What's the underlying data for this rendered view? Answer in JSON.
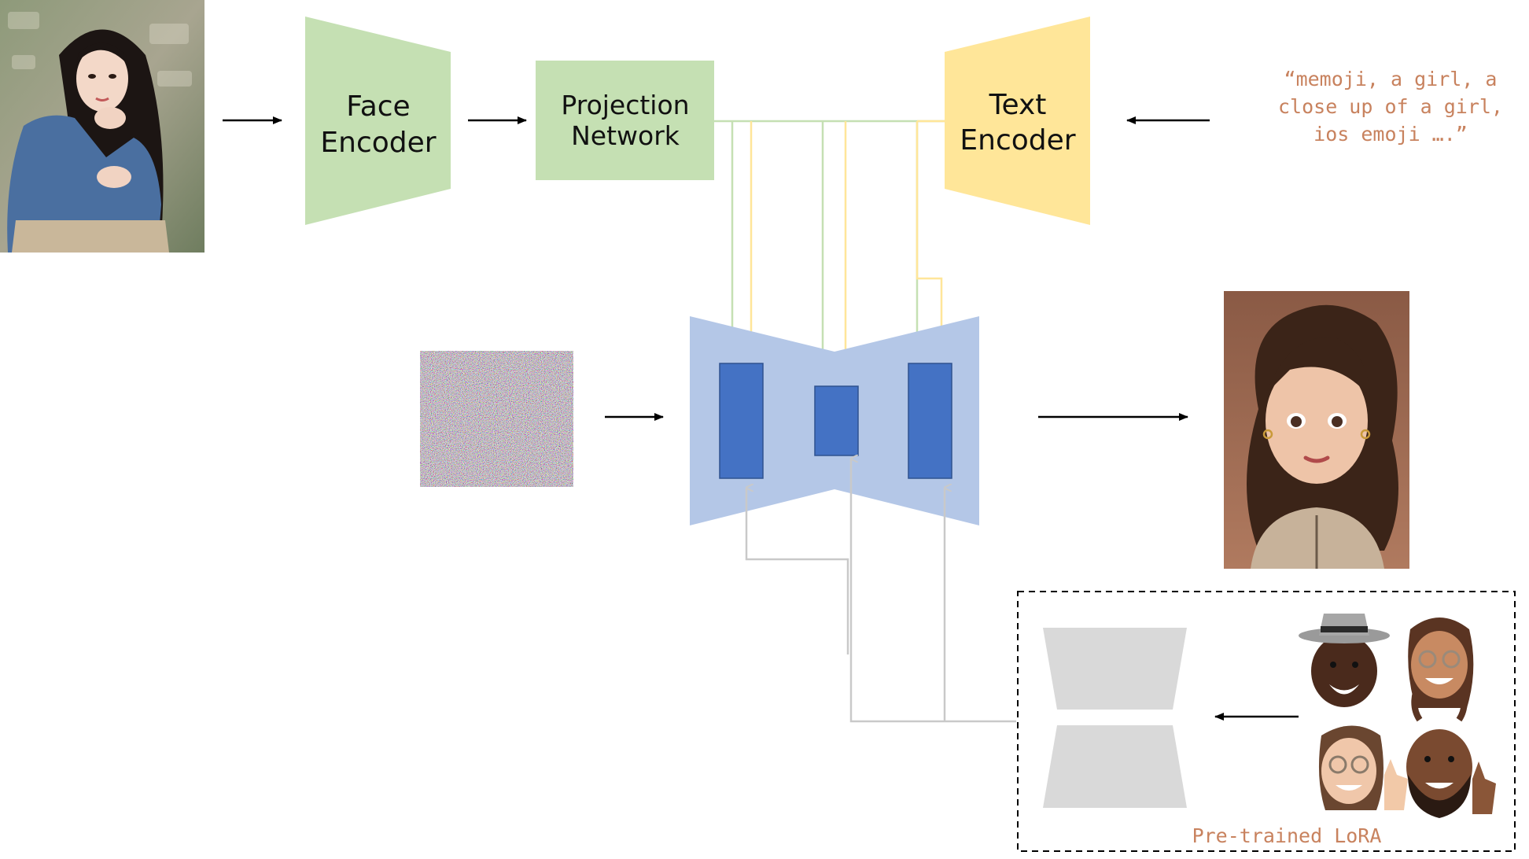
{
  "colors": {
    "green": "#c5e0b3",
    "yellow": "#ffe699",
    "unet_bg": "#b4c7e7",
    "unet_block": "#4472c4",
    "gray_path": "#c9c9c9",
    "lora_shape": "#d9d9d9",
    "text_orange": "#c8825e",
    "arrow": "#000000"
  },
  "face_encoder": {
    "line1": "Face",
    "line2": "Encoder"
  },
  "projection_network": {
    "line1": "Projection",
    "line2": "Network"
  },
  "text_encoder": {
    "line1": "Text",
    "line2": "Encoder"
  },
  "prompt": {
    "line1": "“memoji, a girl, a",
    "line2": "close up of a girl,",
    "line3": "ios emoji ….”"
  },
  "lora": {
    "label": "Pre-trained LoRA"
  },
  "images": {
    "input_photo": "photo-of-girl",
    "noise": "random-noise",
    "output": "memoji-girl-avatar",
    "lora_samples": [
      "memoji-man-hat",
      "memoji-woman-glasses-braids",
      "memoji-woman-glasses-thumbsup",
      "memoji-man-beard-thumbsup"
    ]
  }
}
